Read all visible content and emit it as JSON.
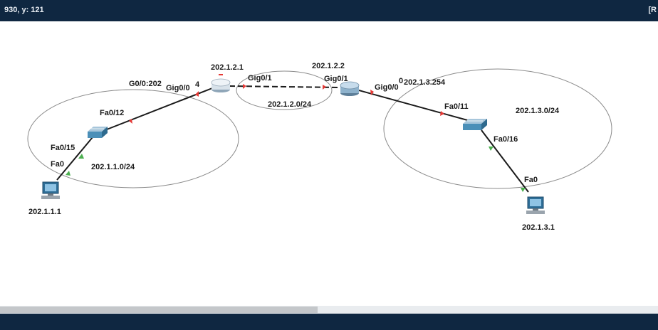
{
  "topbar": {
    "coords": "930, y: 121",
    "right_text": "[R"
  },
  "labels": {
    "router1_ip": "202.1.2.1",
    "router2_ip": "202.1.2.2",
    "r1_g00": "G0/0:202",
    "r1_gig00": "Gig0/0",
    "r1_gig00_suffix": "4",
    "r1_gig01": "Gig0/1",
    "r2_gig01": "Gig0/1",
    "r2_gig00": "Gig0/0",
    "r2_gig00_ip": "202.1.3.254",
    "r2_gig00_hidden": "0",
    "wan_net": "202.1.2.0/24",
    "lan1_net": "202.1.1.0/24",
    "lan3_net": "202.1.3.0/24",
    "sw1_fa012": "Fa0/12",
    "sw1_fa015": "Fa0/15",
    "pc1_fa0": "Fa0",
    "pc1_ip": "202.1.1.1",
    "sw2_fa011": "Fa0/11",
    "sw2_fa016": "Fa0/16",
    "pc2_fa0": "Fa0",
    "pc2_ip": "202.1.3.1"
  },
  "colors": {
    "topbar": "#0f2741",
    "link_up": "#4caf50",
    "link_down": "#e53935",
    "cable": "#1a1a1a",
    "device": "#4a8fb8"
  }
}
